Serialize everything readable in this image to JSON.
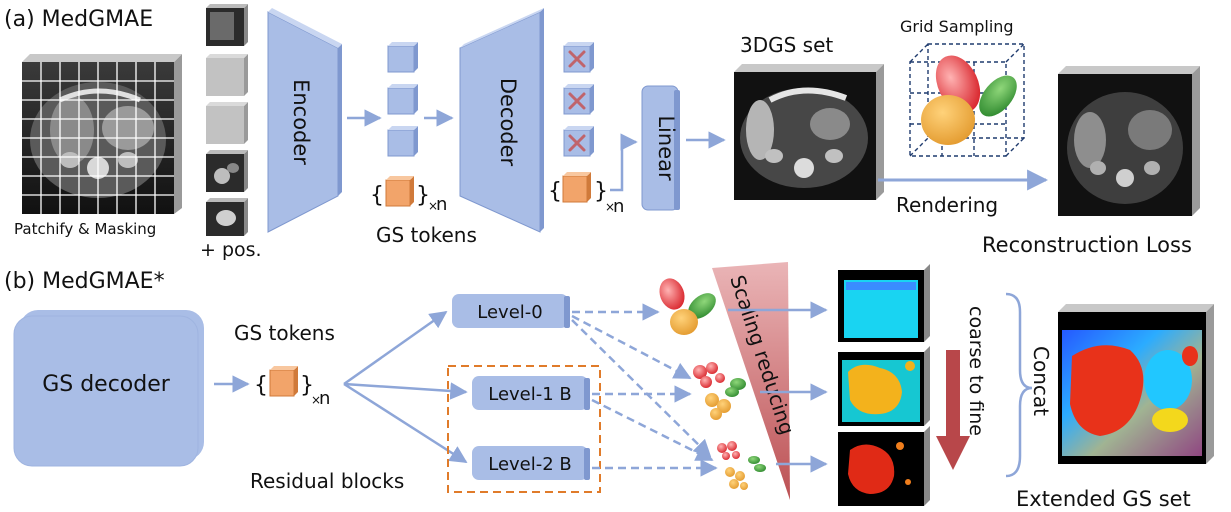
{
  "panel_a": {
    "label": "(a) MedGMAE",
    "patchify_label": "Patchify & Masking",
    "pos_label": "+ pos.",
    "encoder_label": "Encoder",
    "decoder_label": "Decoder",
    "linear_label": "Linear",
    "gs_tokens_label": "GS tokens",
    "token_count_label": "n",
    "token_count_prefix": "×",
    "set_label": "3DGS set",
    "grid_sampling_label": "Grid Sampling",
    "rendering_label": "Rendering",
    "loss_label": "Reconstruction Loss"
  },
  "panel_b": {
    "label": "(b) MedGMAE*",
    "gs_decoder_label": "GS decoder",
    "gs_tokens_label": "GS tokens",
    "levels": [
      "Level-0",
      "Level-1 B",
      "Level-2 B"
    ],
    "residual_label": "Residual blocks",
    "scaling_label": "Scaling reducing",
    "coarse_fine_label": "coarse to fine",
    "concat_label": "Concat",
    "extended_label": "Extended GS set"
  },
  "colors": {
    "block_fill": "#a9bde6",
    "block_edge": "#7f98cf",
    "arrow": "#8ea6d8",
    "token_orange": "#f2a46a",
    "dashed_orange": "#e07b2a",
    "red_arrow": "#b8474a",
    "grid_line": "#1f3b6e"
  }
}
